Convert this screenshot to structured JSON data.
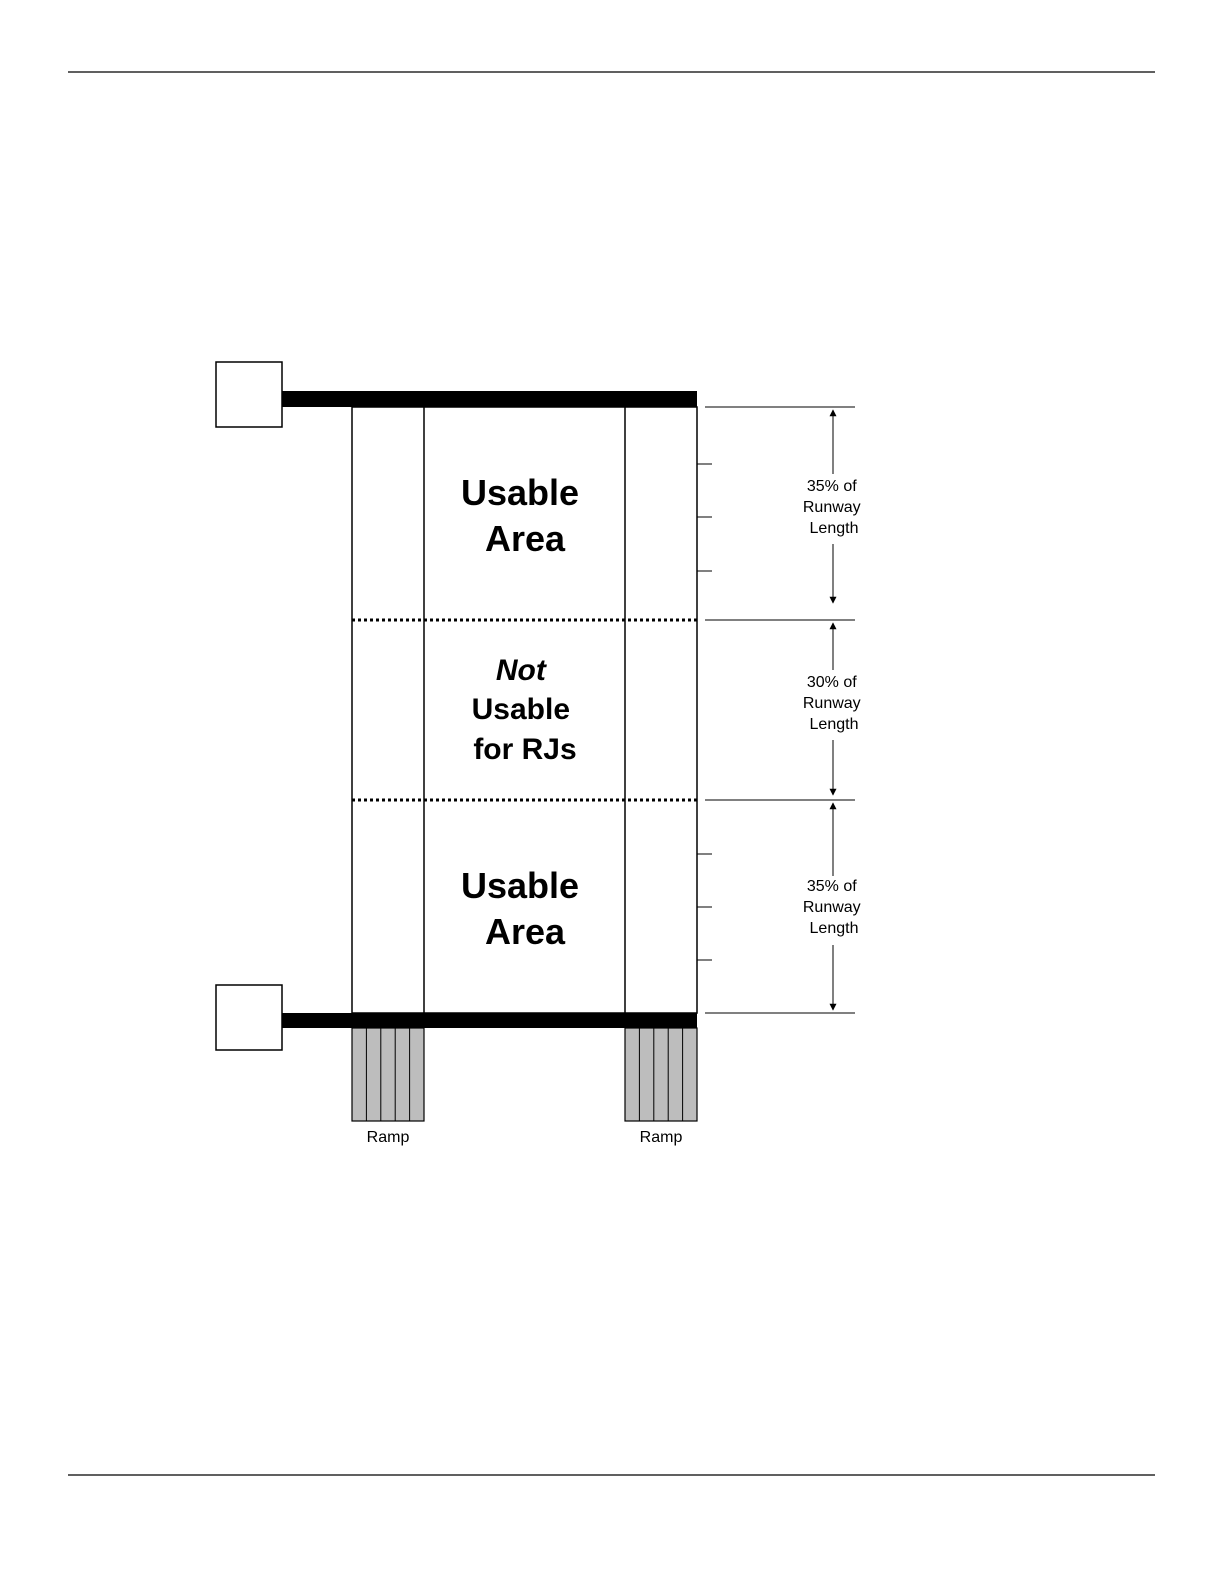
{
  "colors": {
    "ink": "#000000",
    "paper": "#ffffff",
    "ramp_fill": "#bdbdbd"
  },
  "zones": [
    {
      "id": "top",
      "lines": [
        {
          "text": "Usable",
          "italic": false
        },
        {
          "text": "Area",
          "italic": false
        }
      ],
      "share": 35,
      "dimension_lines": [
        "35% of",
        "Runway",
        "Length"
      ]
    },
    {
      "id": "middle",
      "lines": [
        {
          "text": "Not",
          "italic": true
        },
        {
          "text": "Usable",
          "italic": false
        },
        {
          "text": "for RJs",
          "italic": false
        }
      ],
      "share": 30,
      "dimension_lines": [
        "30% of",
        "Runway",
        "Length"
      ]
    },
    {
      "id": "bottom",
      "lines": [
        {
          "text": "Usable",
          "italic": false
        },
        {
          "text": "Area",
          "italic": false
        }
      ],
      "share": 35,
      "dimension_lines": [
        "35% of",
        "Runway",
        "Length"
      ]
    }
  ],
  "ramps": [
    {
      "id": "left",
      "label": "Ramp"
    },
    {
      "id": "right",
      "label": "Ramp"
    }
  ]
}
